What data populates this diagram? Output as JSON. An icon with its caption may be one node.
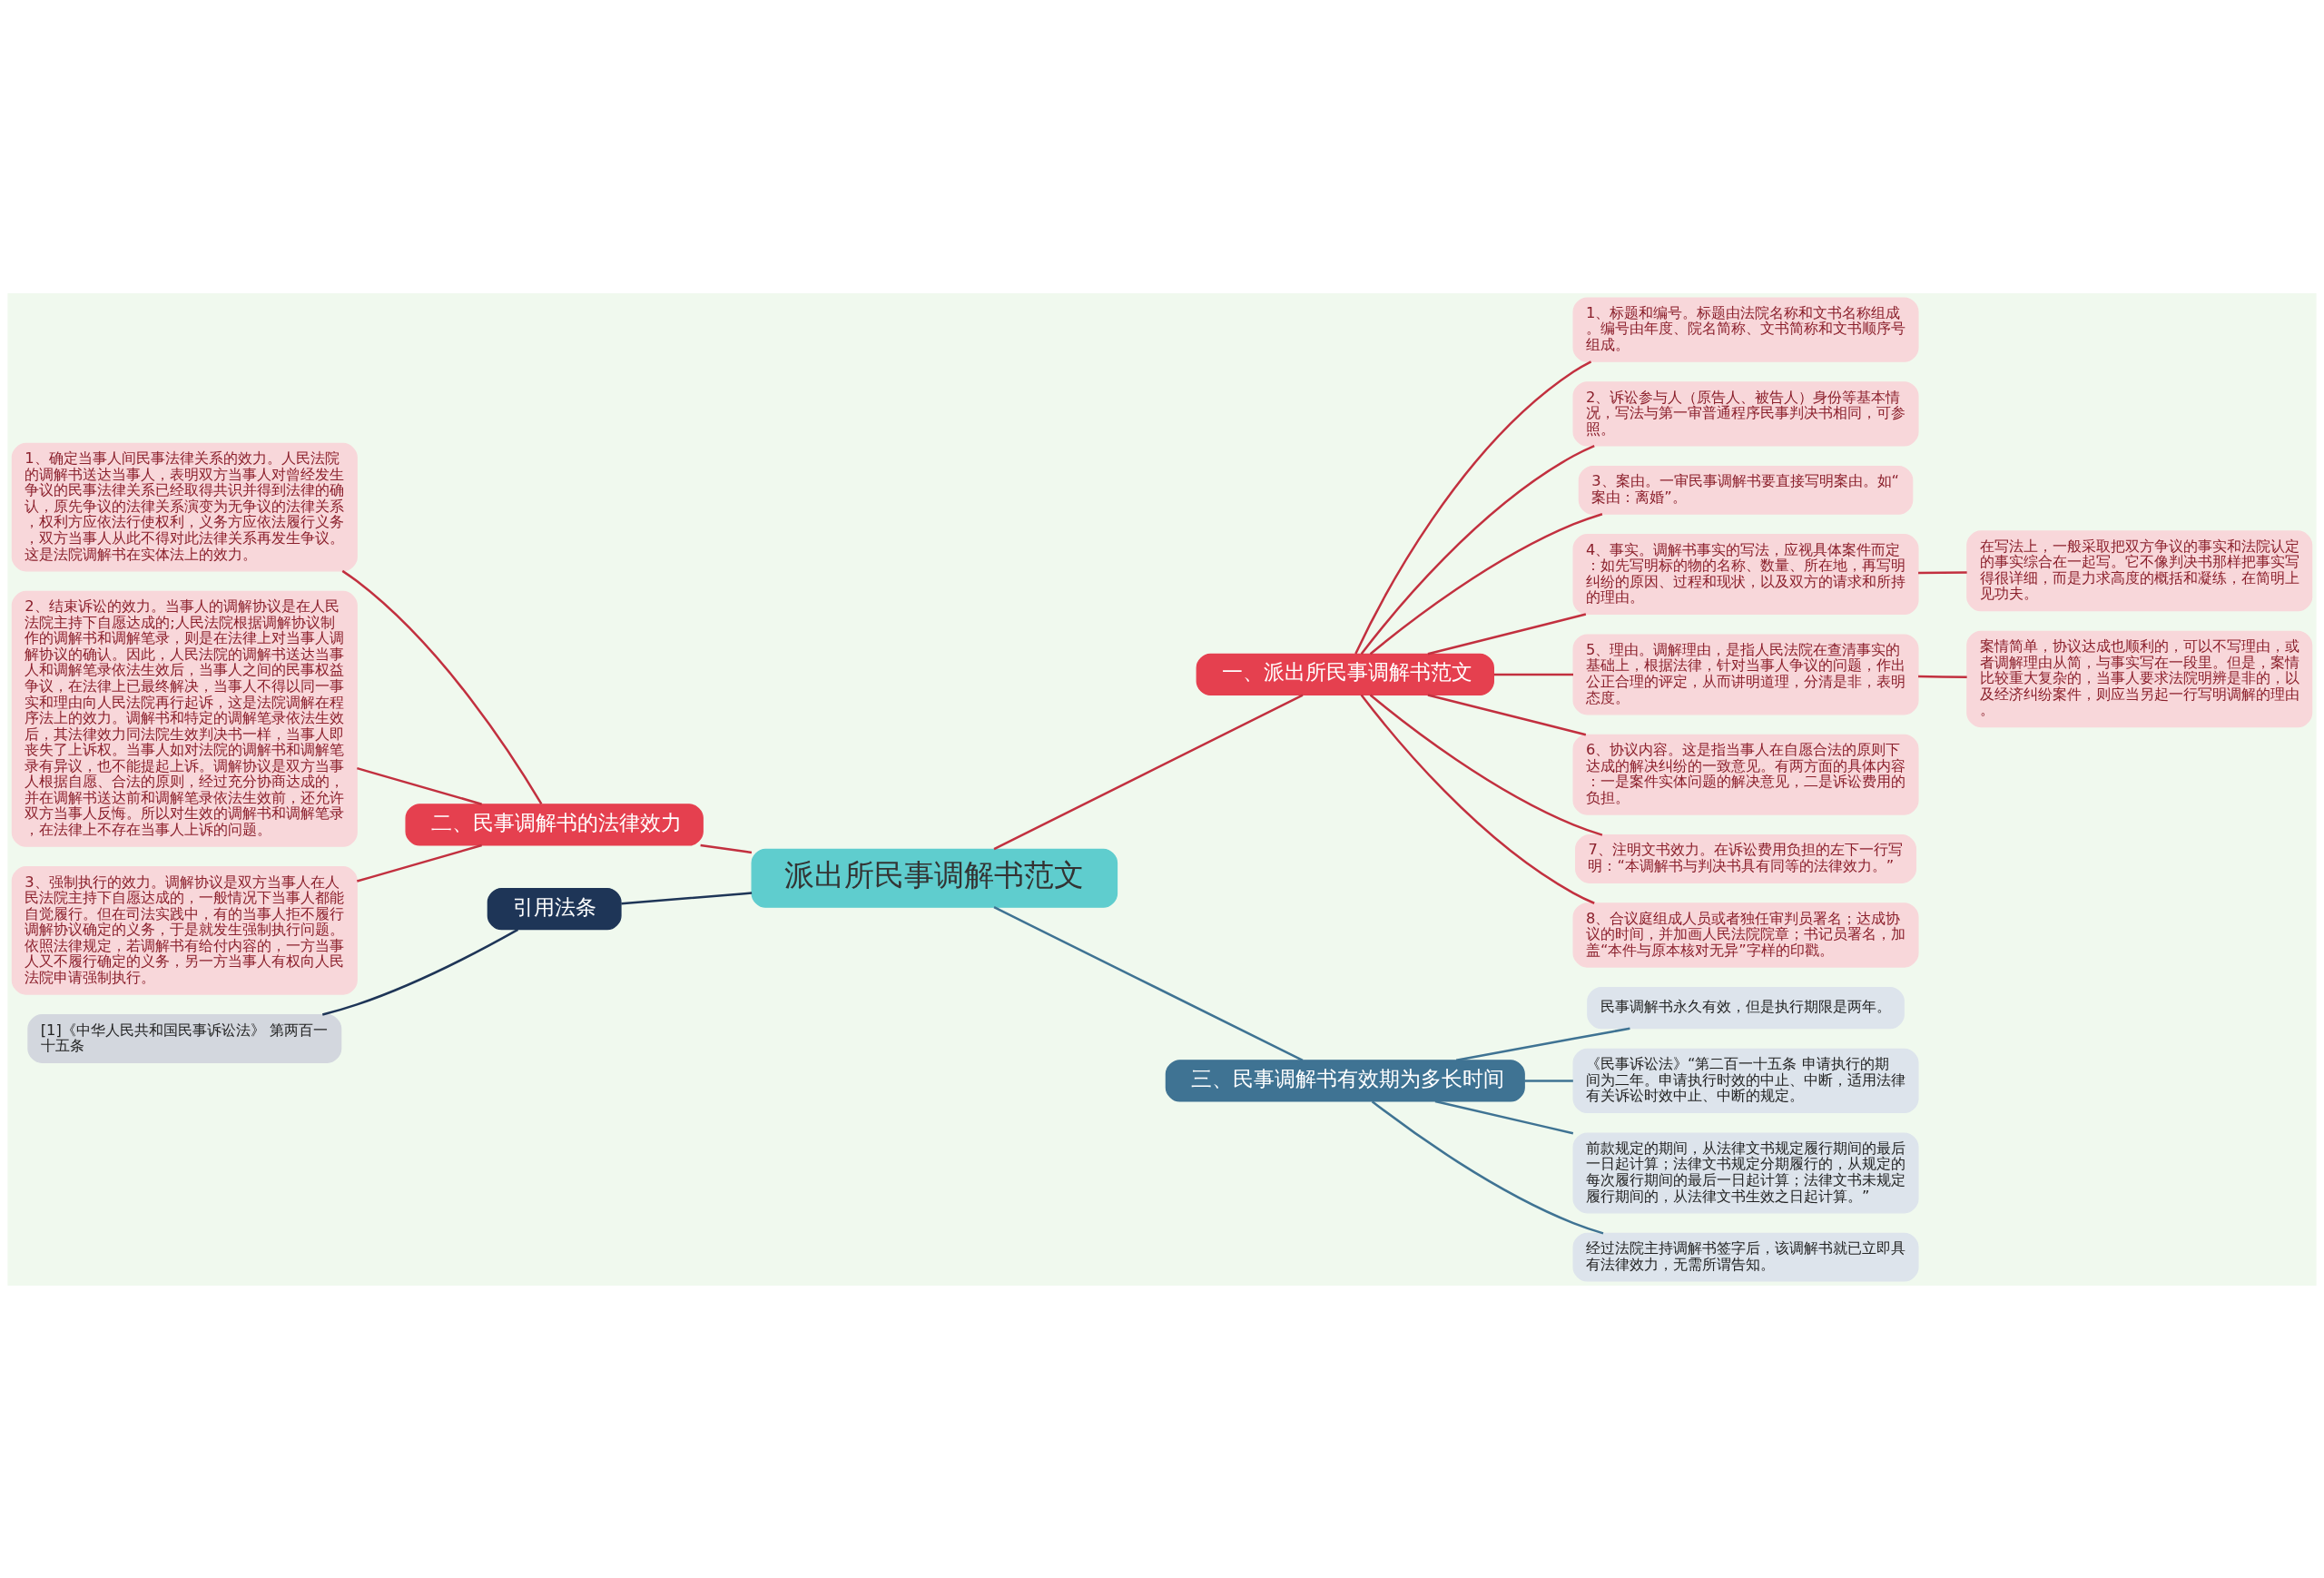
{
  "diagram": {
    "nodes": [
      {
        "text": [
          "派出所民事调解书范文"
        ]
      },
      {
        "text": [
          "一、派出所民事调解书范文"
        ]
      },
      {
        "text": [
          "1、标题和编号。标题由法院名称和文书名称组成。编号由年度、院名简称、文书简称和文书顺序号组成。"
        ]
      },
      {
        "text": [
          "2、诉讼参与人（原告人、被告人）身份等基本情况，写法与第一审普通程序民事判决书相同，可参照。"
        ]
      },
      {
        "text": [
          "3、案由。一审民事调解书要直接写明案由。如“案由：离婚”。"
        ]
      },
      {
        "text": [
          "4、事实。调解书事实的写法，应视具体案件而定：如先写明标的物的名称、数量、所在地，再写明纠纷的原因、过程和现状，以及双方的请求和所持的理由。"
        ]
      },
      {
        "text": [
          "5、理由。调解理由，是指人民法院在查清事实的基础上，根据法律，针对当事人争议的问题，作出公正合理的评定，从而讲明道理，分清是非，表明态度。"
        ]
      },
      {
        "text": [
          "6、协议内容。这是指当事人在自愿合法的原则下达成的解决纠纷的一致意见。有两方面的具体内容：一是案件实体问题的解决意见，二是诉讼费用的负担。"
        ]
      },
      {
        "text": [
          "7、注明文书效力。在诉讼费用负担的左下一行写明：“本调解书与判决书具有同等的法律效力。”"
        ]
      },
      {
        "text": [
          "8、合议庭组成人员或者独任审判员署名；达成协议的时间，并加画人民法院院章；书记员署名，加盖“本件与原本核对无异”字样的印戳。"
        ]
      },
      {
        "text": [
          "在写法上，一般采取把双方争议的事实和法院认定的事实综合在一起写。它不像判决书那样把事实写得很详细，而是力求高度的概括和凝练，在简明上见功夫。"
        ]
      },
      {
        "text": [
          "案情简单，协议达成也顺利的，可以不写理由，或者调解理由从简，与事实写在一段里。但是，案情比较重大复杂的，当事人要求法院明辨是非的，以及经济纠纷案件，则应当另起一行写明调解的理由。"
        ]
      },
      {
        "text": [
          "二、民事调解书的法律效力"
        ]
      },
      {
        "text": [
          "1、确定当事人间民事法律关系的效力。人民法院的调解书送达当事人，表明双方当事人对曾经发生争议的民事法律关系已经取得共识并得到法律的确认，原先争议的法律关系演变为无争议的法律关系，权利方应依法行使权利，义务方应依法履行义务，双方当事人从此不得对此法律关系再发生争议。这是法院调解书在实体法上的效力。"
        ]
      },
      {
        "text": [
          "2、结束诉讼的效力。当事人的调解协议是在人民法院主持下自愿达成的;人民法院根据调解协议制作的调解书和调解笔录，则是在法律上对当事人调解协议的确认。因此，人民法院的调解书送达当事人和调解笔录依法生效后，当事人之间的民事权益争议，在法律上已最终解决，当事人不得以同一事实和理由向人民法院再行起诉，这是法院调解在程序法上的效力。调解书和特定的调解笔录依法生效后，其法律效力同法院生效判决书一样，当事人即丧失了上诉权。当事人如对法院的调解书和调解笔录有异议，也不能提起上诉。调解协议是双方当事人根据自愿、合法的原则，经过充分协商达成的，并在调解书送达前和调解笔录依法生效前，还允许双方当事人反悔。所以对生效的调解书和调解笔录，在法律上不存在当事人上诉的问题。"
        ]
      },
      {
        "text": [
          "3、强制执行的效力。调解协议是双方当事人在人民法院主持下自愿达成的，一般情况下当事人都能自觉履行。但在司法实践中，有的当事人拒不履行调解协议确定的义务，于是就发生强制执行问题。依照法律规定，若调解书有给付内容的，一方当事人又不履行确定的义务，另一方当事人有权向人民法院申请强制执行。"
        ]
      },
      {
        "text": [
          "引用法条"
        ]
      },
      {
        "text": [
          "[1]《中华人民共和国民事诉讼法》 第两百一十五条"
        ]
      },
      {
        "text": [
          "三、民事调解书有效期为多长时间"
        ]
      },
      {
        "text": [
          "民事调解书永久有效，但是执行期限是两年。"
        ]
      },
      {
        "text": [
          "《民事诉讼法》“第二百一十五条 申请执行的期间为二年。申请执行时效的中止、中断，适用法律有关诉讼时效中止、中断的规定。"
        ]
      },
      {
        "text": [
          "前款规定的期间，从法律文书规定履行期间的最后一日起计算；法律文书规定分期履行的，从规定的每次履行期间的最后一日起计算；法律文书未规定履行期间的，从法律文书生效之日起计算。”"
        ]
      },
      {
        "text": [
          "经过法院主持调解书签字后，该调解书就已立即具有法律效力，无需所谓告知。"
        ]
      }
    ],
    "edges": [
      {
        "from": 0,
        "to": 1,
        "arrow": "none"
      },
      {
        "from": 1,
        "to": 2,
        "arrow": "none"
      },
      {
        "from": 1,
        "to": 3,
        "arrow": "none"
      },
      {
        "from": 1,
        "to": 4,
        "arrow": "none"
      },
      {
        "from": 1,
        "to": 5,
        "arrow": "none"
      },
      {
        "from": 1,
        "to": 6,
        "arrow": "none"
      },
      {
        "from": 1,
        "to": 7,
        "arrow": "none"
      },
      {
        "from": 1,
        "to": 8,
        "arrow": "none"
      },
      {
        "from": 1,
        "to": 9,
        "arrow": "none"
      },
      {
        "from": 5,
        "to": 10,
        "arrow": "none"
      },
      {
        "from": 6,
        "to": 11,
        "arrow": "none"
      },
      {
        "from": 0,
        "to": 12,
        "arrow": "none"
      },
      {
        "from": 12,
        "to": 13,
        "arrow": "none"
      },
      {
        "from": 12,
        "to": 14,
        "arrow": "none"
      },
      {
        "from": 12,
        "to": 15,
        "arrow": "none"
      },
      {
        "from": 0,
        "to": 16,
        "arrow": "none",
        "color": "#1e3557"
      },
      {
        "from": 16,
        "to": 17,
        "arrow": "none",
        "color": "#1e3557"
      },
      {
        "from": 0,
        "to": 18,
        "arrow": "none",
        "color": "#3f7393"
      },
      {
        "from": 18,
        "to": 19,
        "arrow": "none",
        "color": "#3f7393"
      },
      {
        "from": 18,
        "to": 20,
        "arrow": "none",
        "color": "#3f7393"
      },
      {
        "from": 18,
        "to": 21,
        "arrow": "none",
        "color": "#3f7393"
      },
      {
        "from": 18,
        "to": 22,
        "arrow": "none",
        "color": "#3f7393"
      }
    ]
  }
}
